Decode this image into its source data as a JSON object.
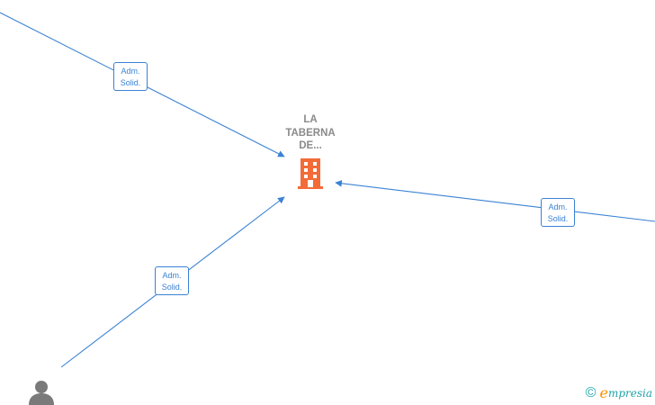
{
  "center_node": {
    "name_lines": [
      "LA",
      "TABERNA",
      "DE..."
    ],
    "icon": "building-icon",
    "color": "#f26b38"
  },
  "edges": [
    {
      "label_line1": "Adm.",
      "label_line2": "Solid."
    },
    {
      "label_line1": "Adm.",
      "label_line2": "Solid."
    },
    {
      "label_line1": "Adm.",
      "label_line2": "Solid."
    }
  ],
  "person_node": {
    "icon": "person-icon",
    "color": "#7a7a7a"
  },
  "edge_color": "#3a82d4",
  "brand": {
    "copyright": "©",
    "name_first": "e",
    "name_rest": "mpresia"
  }
}
